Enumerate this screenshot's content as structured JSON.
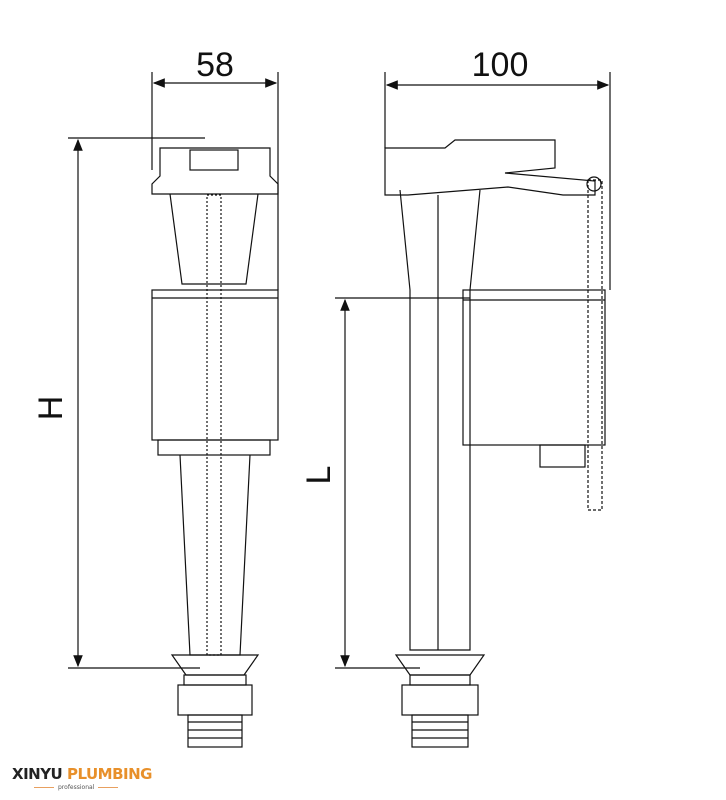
{
  "dimensions": {
    "width_side": "58",
    "width_front": "100",
    "height_total": "H",
    "height_level": "L"
  },
  "logo": {
    "brand_dark": "XINYU",
    "brand_accent": "PLUMBING",
    "tagline": "professional",
    "accent_color": "#e8902a"
  }
}
